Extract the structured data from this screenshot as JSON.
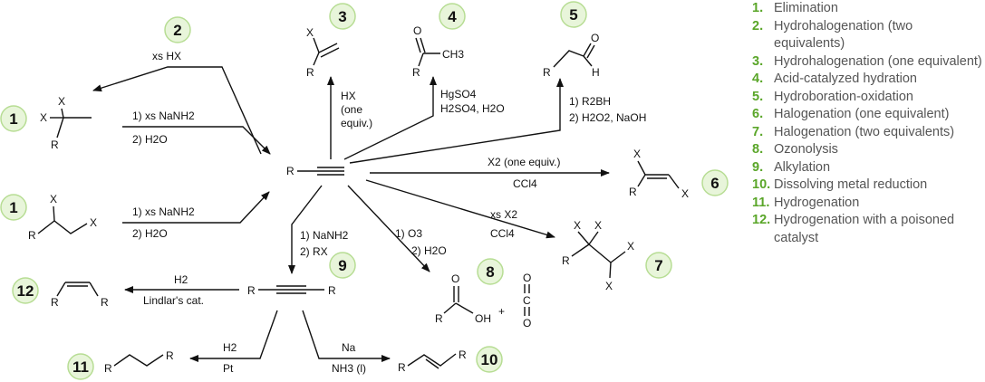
{
  "legend": [
    {
      "number": "1.",
      "text": "Elimination"
    },
    {
      "number": "2.",
      "text": "Hydrohalogenation (two equivalents)"
    },
    {
      "number": "3.",
      "text": "Hydrohalogenation (one equivalent)"
    },
    {
      "number": "4.",
      "text": "Acid-catalyzed hydration"
    },
    {
      "number": "5.",
      "text": "Hydroboration-oxidation"
    },
    {
      "number": "6.",
      "text": "Halogenation (one equivalent)"
    },
    {
      "number": "7.",
      "text": "Halogenation (two equivalents)"
    },
    {
      "number": "8.",
      "text": "Ozonolysis"
    },
    {
      "number": "9.",
      "text": "Alkylation"
    },
    {
      "number": "10.",
      "text": "Dissolving metal reduction"
    },
    {
      "number": "11.",
      "text": "Hydrogenation"
    },
    {
      "number": "12.",
      "text": "Hydrogenation with a poisoned catalyst"
    }
  ],
  "badges": {
    "b1a": "1",
    "b1b": "1",
    "b2": "2",
    "b3": "3",
    "b4": "4",
    "b5": "5",
    "b6": "6",
    "b7": "7",
    "b8": "8",
    "b9": "9",
    "b10": "10",
    "b11": "11",
    "b12": "12"
  },
  "atoms": {
    "r": "R",
    "x": "X",
    "o": "O",
    "h": "H",
    "ch3": "CH3",
    "oh": "OH",
    "c": "C",
    "plus": "+"
  },
  "conditions": {
    "r2_xs_hx": "xs HX",
    "r1a_step1": "1) xs NaNH2",
    "r1a_step2": "2) H2O",
    "r1b_step1": "1) xs NaNH2",
    "r1b_step2": "2) H2O",
    "r3_line1": "HX",
    "r3_line2": "(one",
    "r3_line3": "equiv.)",
    "r4_line1": "HgSO4",
    "r4_line2": "H2SO4, H2O",
    "r5_line1": "1) R2BH",
    "r5_line2": "2) H2O2, NaOH",
    "r6_top": "X2 (one equiv.)",
    "r6_bottom": "CCl4",
    "r7_top": "xs X2",
    "r7_bottom": "CCl4",
    "r8_line1": "1) O3",
    "r8_line2": "2) H2O",
    "r9_line1": "1) NaNH2",
    "r9_line2": "2) RX",
    "r12_top": "H2",
    "r12_bottom": "Lindlar's cat.",
    "r11_top": "H2",
    "r11_bottom": "Pt",
    "r10_top": "Na",
    "r10_bottom": "NH3 (l)"
  }
}
